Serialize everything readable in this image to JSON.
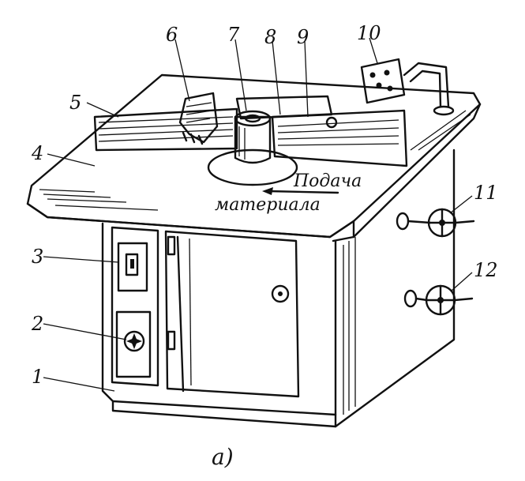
{
  "diagram": {
    "labels": [
      "1",
      "2",
      "3",
      "4",
      "5",
      "6",
      "7",
      "8",
      "9",
      "10",
      "11",
      "12"
    ],
    "feed_text_line1": "Подача",
    "feed_text_line2": "материала",
    "caption": "а)"
  },
  "colors": {
    "ink": "#111111",
    "paper": "#ffffff"
  }
}
